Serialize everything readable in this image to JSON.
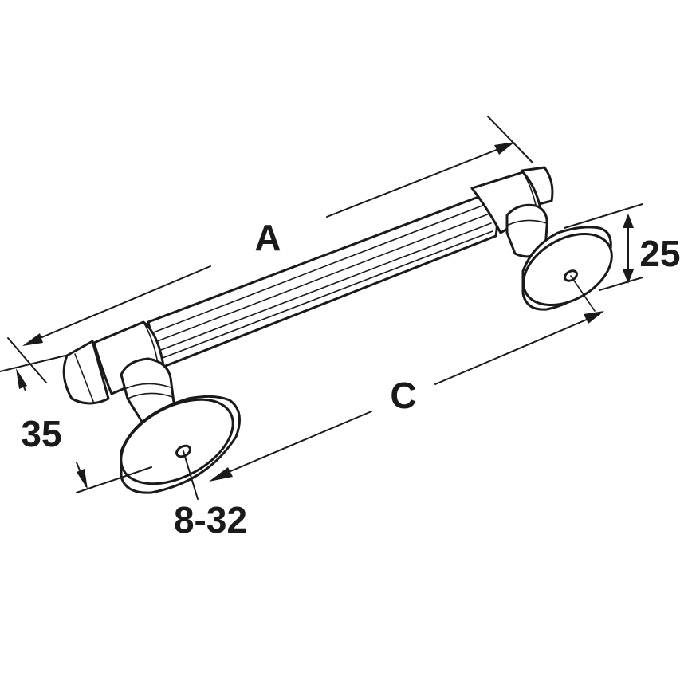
{
  "labels": {
    "overall_length": "A",
    "center_to_center": "C",
    "projection": "35",
    "base_diameter": "25",
    "thread": "8-32"
  },
  "colors": {
    "ink": "#1a1a1a",
    "background": "#ffffff"
  }
}
